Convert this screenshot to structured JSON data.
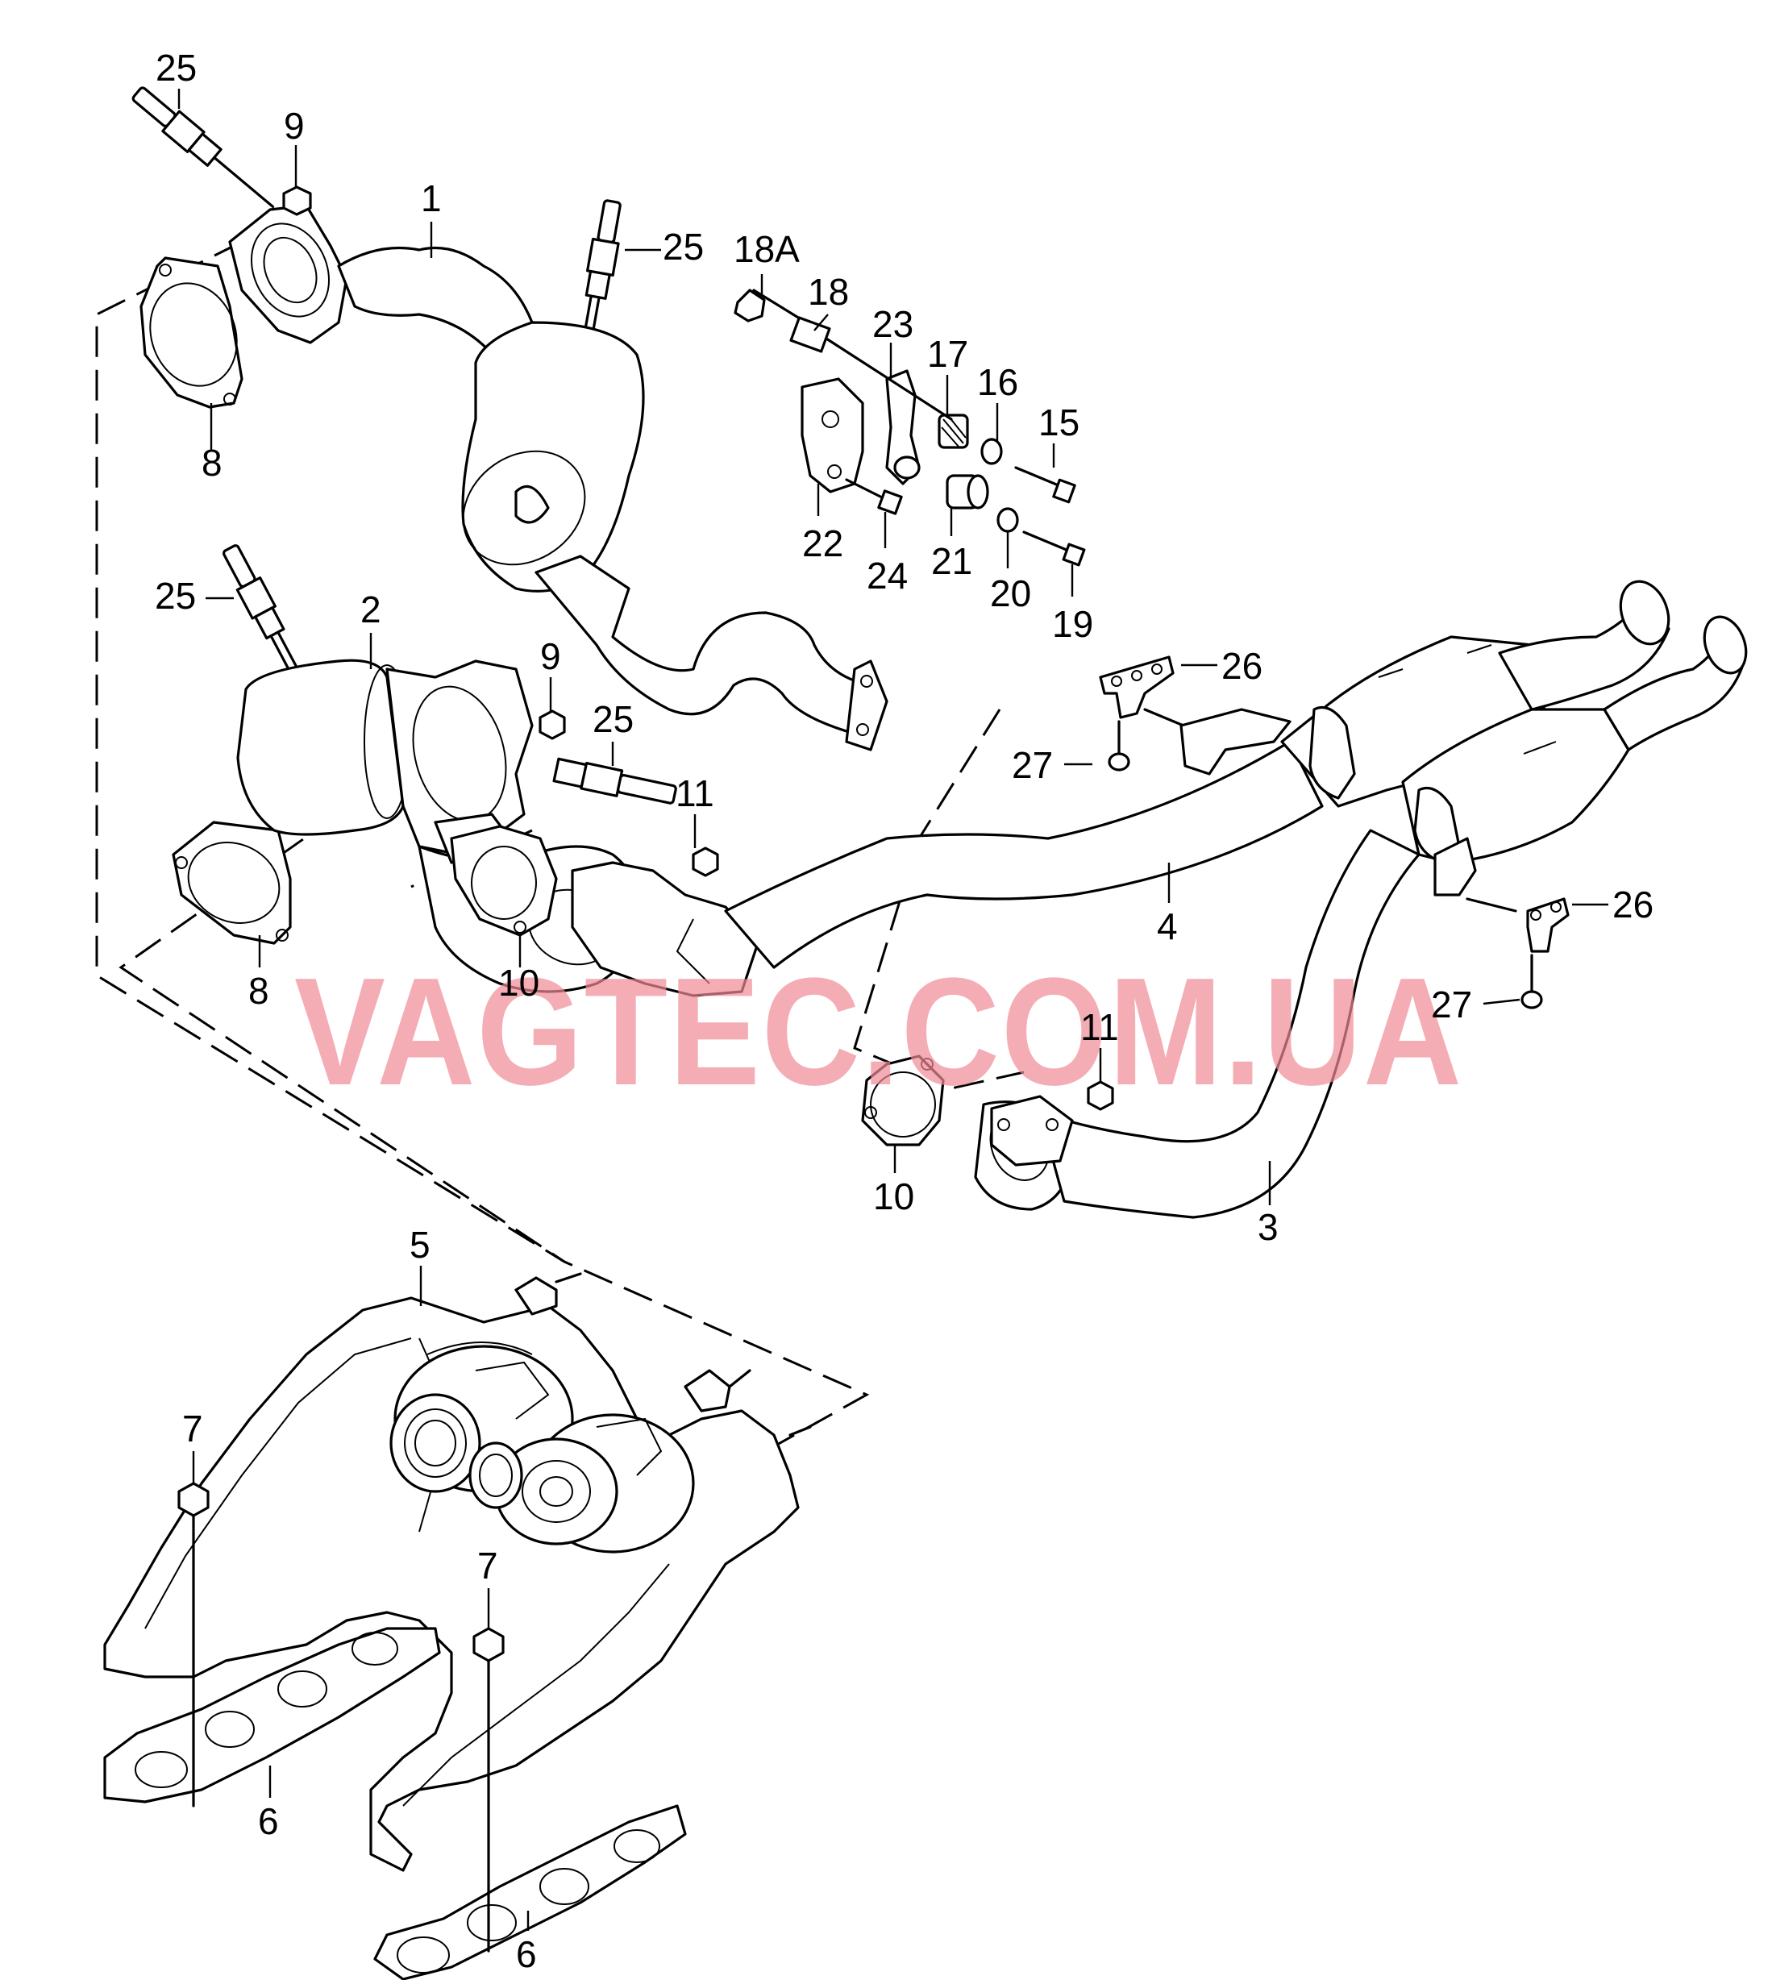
{
  "watermark": "VAGTEC.COM.UA",
  "colors": {
    "line": "#000000",
    "watermark": "#f08a94",
    "background": "#ffffff"
  },
  "callouts": [
    {
      "id": "c25a",
      "label": "25"
    },
    {
      "id": "c9a",
      "label": "9"
    },
    {
      "id": "c1",
      "label": "1"
    },
    {
      "id": "c25b",
      "label": "25"
    },
    {
      "id": "c18A",
      "label": "18A"
    },
    {
      "id": "c18",
      "label": "18"
    },
    {
      "id": "c23",
      "label": "23"
    },
    {
      "id": "c17",
      "label": "17"
    },
    {
      "id": "c16",
      "label": "16"
    },
    {
      "id": "c15",
      "label": "15"
    },
    {
      "id": "c8a",
      "label": "8"
    },
    {
      "id": "c22",
      "label": "22"
    },
    {
      "id": "c24",
      "label": "24"
    },
    {
      "id": "c21",
      "label": "21"
    },
    {
      "id": "c20",
      "label": "20"
    },
    {
      "id": "c19",
      "label": "19"
    },
    {
      "id": "c25c",
      "label": "25"
    },
    {
      "id": "c2",
      "label": "2"
    },
    {
      "id": "c9b",
      "label": "9"
    },
    {
      "id": "c25d",
      "label": "25"
    },
    {
      "id": "c26a",
      "label": "26"
    },
    {
      "id": "c27a",
      "label": "27"
    },
    {
      "id": "c11a",
      "label": "11"
    },
    {
      "id": "c4",
      "label": "4"
    },
    {
      "id": "c26b",
      "label": "26"
    },
    {
      "id": "c8b",
      "label": "8"
    },
    {
      "id": "c10a",
      "label": "10"
    },
    {
      "id": "c27b",
      "label": "27"
    },
    {
      "id": "c11b",
      "label": "11"
    },
    {
      "id": "c10b",
      "label": "10"
    },
    {
      "id": "c3",
      "label": "3"
    },
    {
      "id": "c5",
      "label": "5"
    },
    {
      "id": "c7a",
      "label": "7"
    },
    {
      "id": "c7b",
      "label": "7"
    },
    {
      "id": "c6a",
      "label": "6"
    },
    {
      "id": "c6b",
      "label": "6"
    }
  ]
}
